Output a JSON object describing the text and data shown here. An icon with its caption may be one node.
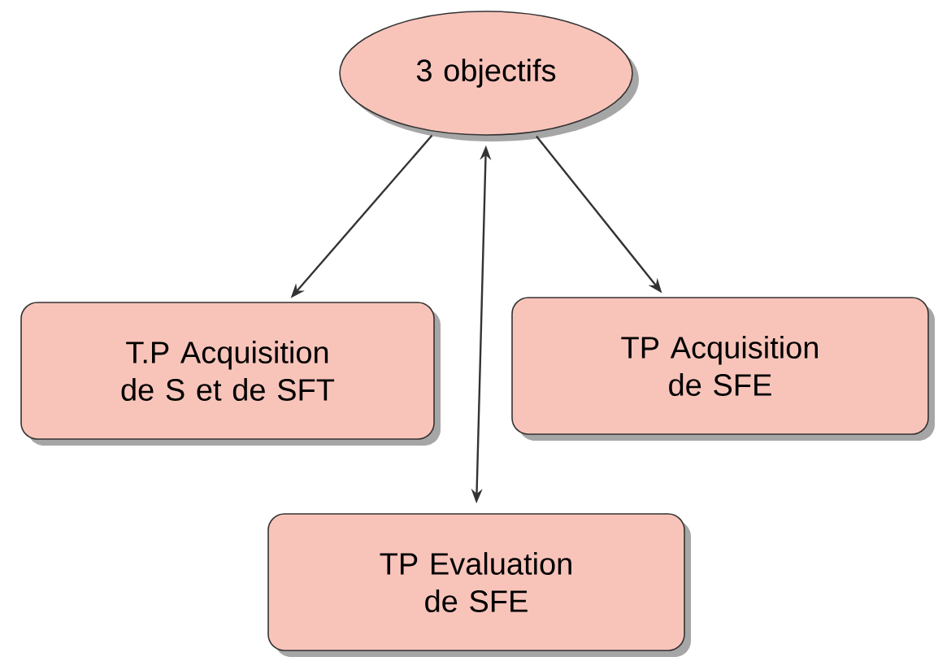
{
  "diagram": {
    "nodes": [
      {
        "text": [
          "3 objectifs"
        ]
      },
      {
        "text": [
          "T.P Acquisition de S et de SFT"
        ]
      },
      {
        "text": [
          "TP Acquisition de SFE"
        ]
      },
      {
        "text": [
          "TP Evaluation de SFE"
        ]
      }
    ],
    "edges": [
      {
        "from": 0,
        "to": 1,
        "arrow": "to"
      },
      {
        "from": 0,
        "to": 2,
        "arrow": "to"
      },
      {
        "from": 0,
        "to": 3,
        "arrow": "both"
      }
    ]
  }
}
